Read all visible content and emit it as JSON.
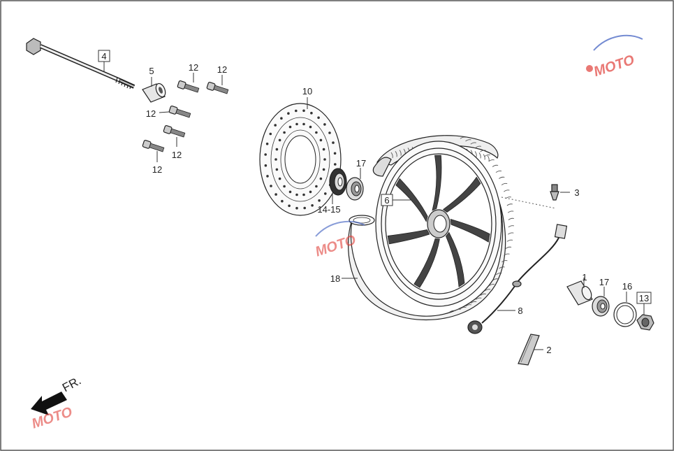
{
  "diagram": {
    "callouts": [
      {
        "id": "1",
        "text": "1",
        "boxed": false
      },
      {
        "id": "2",
        "text": "2",
        "boxed": false
      },
      {
        "id": "3",
        "text": "3",
        "boxed": false
      },
      {
        "id": "4",
        "text": "4",
        "boxed": true
      },
      {
        "id": "5",
        "text": "5",
        "boxed": false
      },
      {
        "id": "6",
        "text": "6",
        "boxed": true
      },
      {
        "id": "8",
        "text": "8",
        "boxed": false
      },
      {
        "id": "10",
        "text": "10",
        "boxed": false
      },
      {
        "id": "12a",
        "text": "12",
        "boxed": false
      },
      {
        "id": "12b",
        "text": "12",
        "boxed": false
      },
      {
        "id": "12c",
        "text": "12",
        "boxed": false
      },
      {
        "id": "12d",
        "text": "12",
        "boxed": false
      },
      {
        "id": "12e",
        "text": "12",
        "boxed": false
      },
      {
        "id": "13",
        "text": "13",
        "boxed": true
      },
      {
        "id": "14-15",
        "text": "14-15",
        "boxed": false
      },
      {
        "id": "16",
        "text": "16",
        "boxed": false
      },
      {
        "id": "17a",
        "text": "17",
        "boxed": false
      },
      {
        "id": "17b",
        "text": "17",
        "boxed": false
      },
      {
        "id": "18",
        "text": "18",
        "boxed": false
      }
    ],
    "direction_label": "FR.",
    "watermark_text": "MOTO",
    "colors": {
      "line": "#222222",
      "watermark_red": "#e0403a",
      "watermark_blue": "#3a5bbf",
      "arrow": "#111111"
    }
  }
}
